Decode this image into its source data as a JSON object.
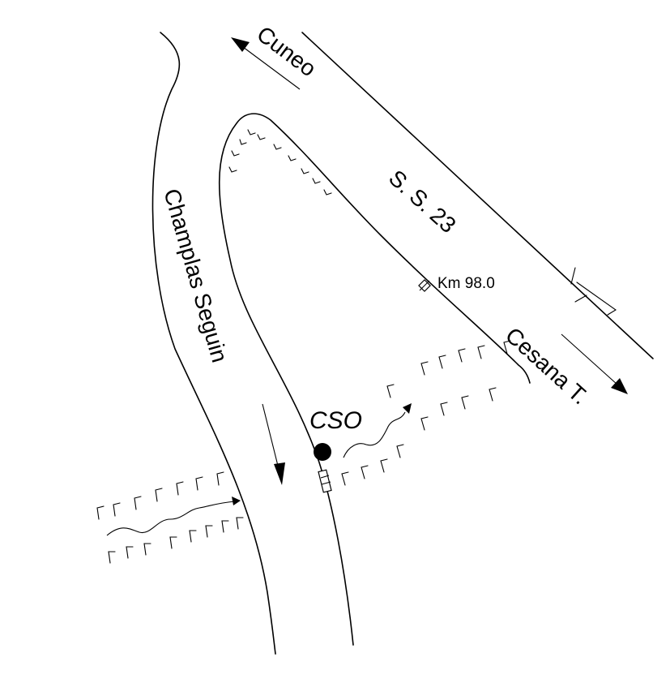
{
  "labels": {
    "cuneo": "Cuneo",
    "ss23": "S. S. 23",
    "km": "Km 98.0",
    "champlas": "Champlas Seguin",
    "cesana": "Cesana T.",
    "cso": "CSO"
  },
  "colors": {
    "ink": "#000000",
    "background": "#ffffff"
  },
  "icons": {
    "station_marker": "filled-circle",
    "km_marker": "diamond-post",
    "direction_arrows": "arrow",
    "streams": "wavy-arrow"
  }
}
